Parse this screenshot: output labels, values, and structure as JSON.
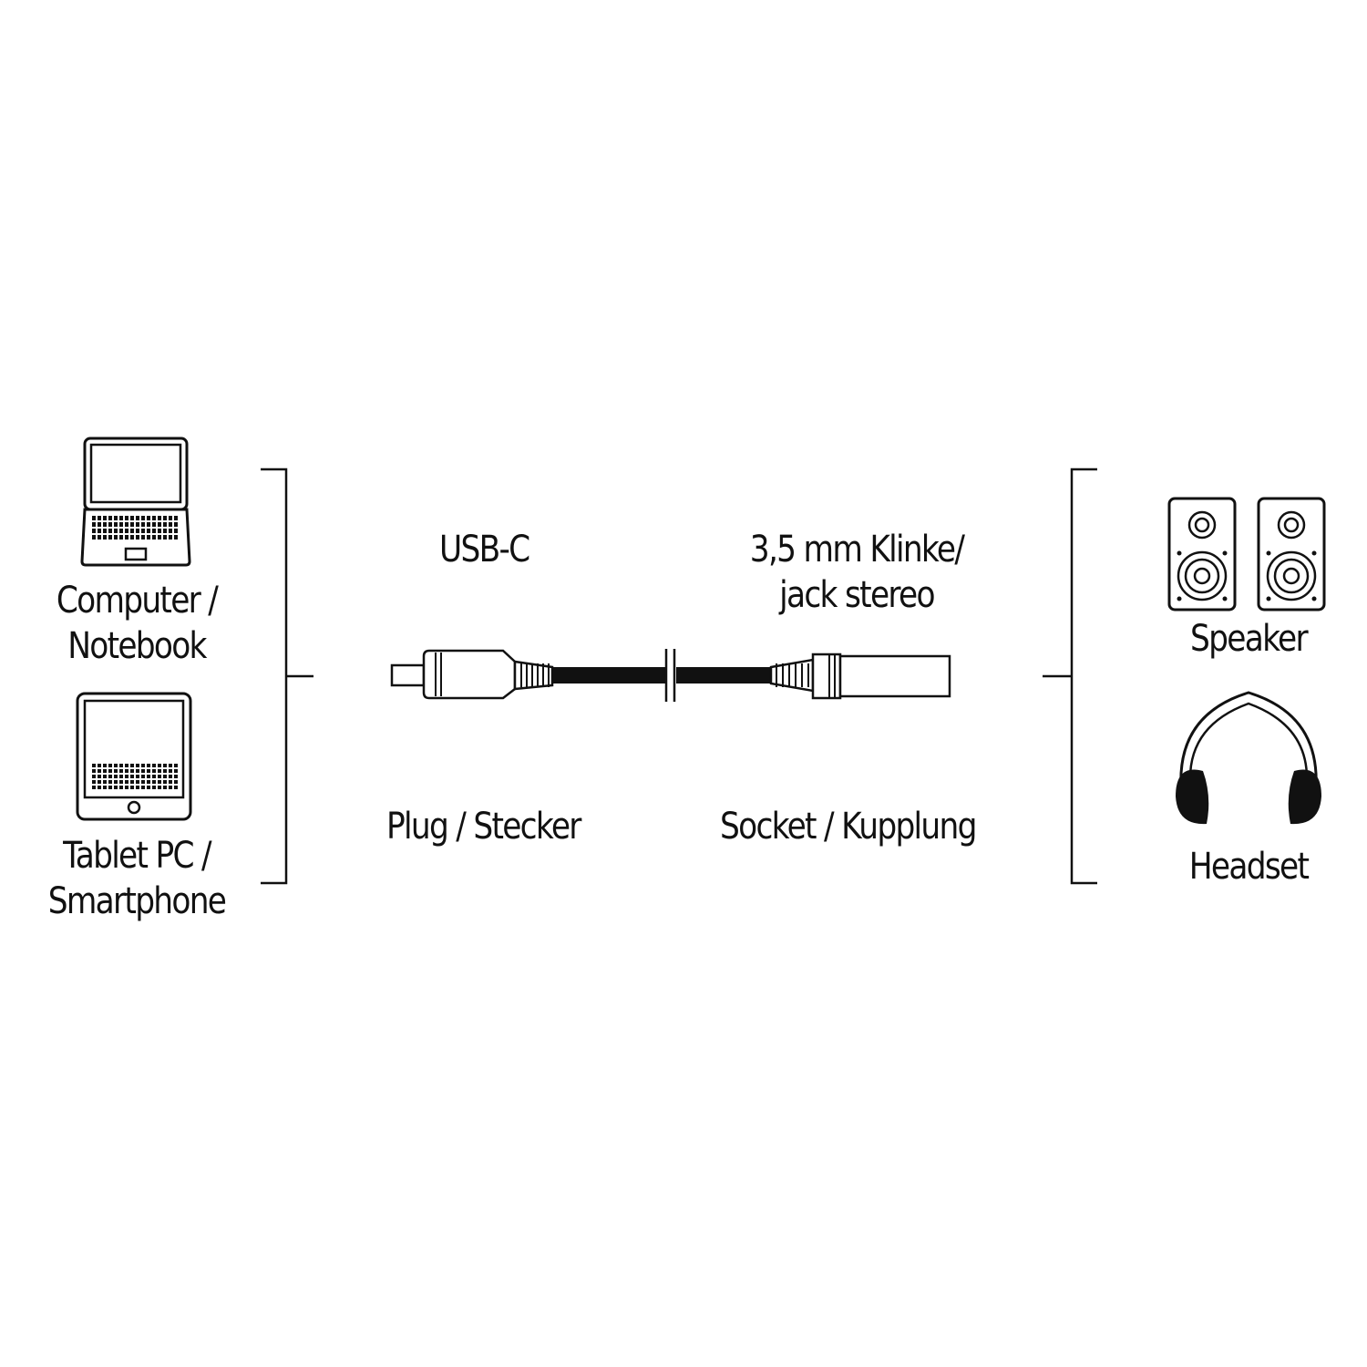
{
  "sources": {
    "computer": {
      "label_line1": "Computer /",
      "label_line2": "Notebook",
      "icon": "laptop-icon"
    },
    "tablet": {
      "label_line1": "Tablet PC /",
      "label_line2": "Smartphone",
      "icon": "tablet-icon"
    }
  },
  "cable": {
    "plug_connector": "USB-C",
    "plug_type": "Plug / Stecker",
    "socket_connector_line1": "3,5 mm Klinke/",
    "socket_connector_line2": "jack stereo",
    "socket_type": "Socket / Kupplung"
  },
  "targets": {
    "speaker": {
      "label": "Speaker",
      "icon": "speaker-icon"
    },
    "headset": {
      "label": "Headset",
      "icon": "headphones-icon"
    }
  },
  "colors": {
    "line": "#111111",
    "background": "#ffffff"
  }
}
